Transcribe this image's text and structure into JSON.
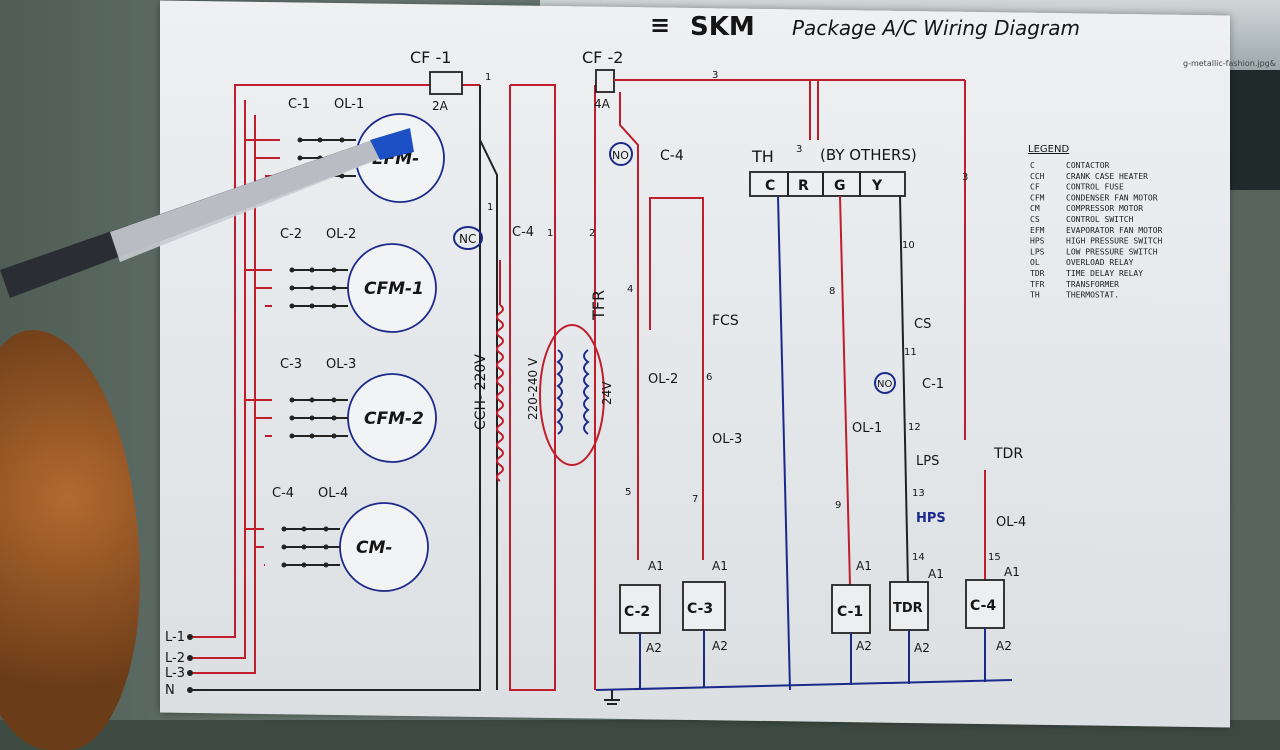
{
  "title": {
    "prefix": "≡",
    "brand": "SKM",
    "text": "Package A/C Wiring Diagram"
  },
  "fuses": [
    {
      "name": "CF -1",
      "rating": "2A"
    },
    {
      "name": "CF -2",
      "rating": "4A"
    }
  ],
  "motors": [
    {
      "contactor": "C-1",
      "overload": "OL-1",
      "name": "EFM-"
    },
    {
      "contactor": "C-2",
      "overload": "OL-2",
      "name": "CFM-1"
    },
    {
      "contactor": "C-3",
      "overload": "OL-3",
      "name": "CFM-2"
    },
    {
      "contactor": "C-4",
      "overload": "OL-4",
      "name": "CM-"
    }
  ],
  "lines": [
    "L-1",
    "L-2",
    "L-3",
    "N"
  ],
  "thermostat": {
    "label": "TH",
    "note": "(BY OTHERS)",
    "terminals": [
      "C",
      "R",
      "G",
      "Y"
    ]
  },
  "heater": "CCH- 220V",
  "transformer": {
    "name": "TFR",
    "primary": "220-240 V",
    "secondary": "24V"
  },
  "contacts": {
    "nc_badge": "NC",
    "nc_c4": "C-4",
    "no_badge": "NO",
    "no_c4": "C-4",
    "no_c1_badge": "NO",
    "no_c1": "C-1",
    "ol2": "OL-2",
    "ol3": "OL-3",
    "ol1": "OL-1",
    "ol4": "OL-4",
    "fcs": "FCS",
    "cs": "CS",
    "lps": "LPS",
    "hps": "HPS",
    "tdr": "TDR"
  },
  "coils": [
    "C-2",
    "C-3",
    "C-1",
    "TDR",
    "C-4"
  ],
  "coil_terms": {
    "a1": "A1",
    "a2": "A2"
  },
  "wire_numbers": [
    "1",
    "1",
    "1",
    "2",
    "3",
    "3",
    "3",
    "4",
    "5",
    "6",
    "7",
    "8",
    "9",
    "10",
    "11",
    "12",
    "13",
    "14",
    "15"
  ],
  "legend": {
    "heading": "LEGEND",
    "items": [
      [
        "C",
        "CONTACTOR"
      ],
      [
        "CCH",
        "CRANK CASE HEATER"
      ],
      [
        "CF",
        "CONTROL FUSE"
      ],
      [
        "CFM",
        "CONDENSER FAN MOTOR"
      ],
      [
        "CM",
        "COMPRESSOR MOTOR"
      ],
      [
        "CS",
        "CONTROL SWITCH"
      ],
      [
        "EFM",
        "EVAPORATOR FAN MOTOR"
      ],
      [
        "HPS",
        "HIGH PRESSURE SWITCH"
      ],
      [
        "LPS",
        "LOW PRESSURE SWITCH"
      ],
      [
        "OL",
        "OVERLOAD RELAY"
      ],
      [
        "TDR",
        "TIME DELAY RELAY"
      ],
      [
        "TFR",
        "TRANSFORMER"
      ],
      [
        "TH",
        "THERMOSTAT."
      ]
    ]
  },
  "screen_text": "g-metallic-fashion.jpg&"
}
